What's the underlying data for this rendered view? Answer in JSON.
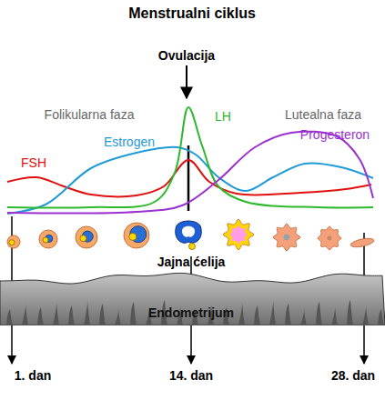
{
  "diagram": {
    "title": "Menstrualni ciklus",
    "nodes": [
      {
        "text": [
          "Endometrijum"
        ]
      }
    ],
    "labels": [
      "Ovulacija",
      "Folikularna faza",
      "LH",
      "Lutealna faza",
      "Estrogen",
      "Progesteron",
      "FSH",
      "Jajna ćelija",
      "1. dan",
      "14. dan",
      "28. dan"
    ]
  }
}
